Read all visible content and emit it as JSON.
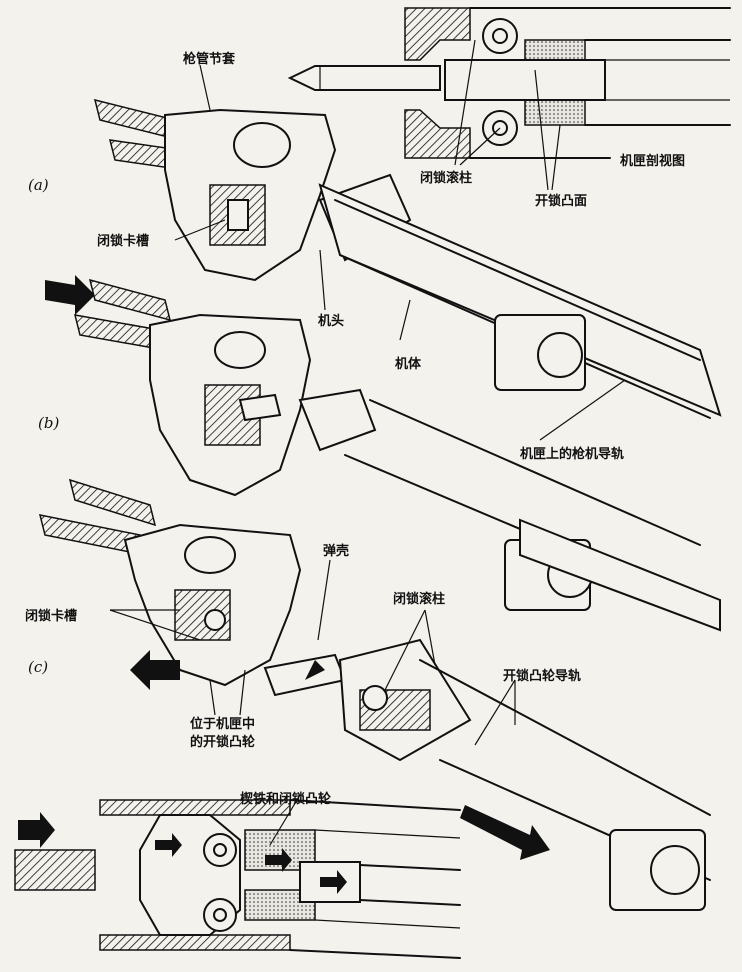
{
  "labels": {
    "barrel_extension": "枪管节套",
    "receiver_section_view": "机匣剖视图",
    "locking_roller_top": "闭锁滚柱",
    "unlocking_cam_surface": "开锁凸面",
    "locking_recess_a": "闭锁卡槽",
    "bolt_head": "机头",
    "bolt_body": "机体",
    "receiver_guide_rail": "机匣上的枪机导轨",
    "cartridge_case": "弹壳",
    "locking_roller_c": "闭锁滚柱",
    "locking_recess_c": "闭锁卡槽",
    "unlocking_cam_track": "开锁凸轮导轨",
    "unlocking_cam_in_receiver_line1": "位于机匣中",
    "unlocking_cam_in_receiver_line2": "的开锁凸轮",
    "wedge_and_locking_cam": "楔铁和闭锁凸轮"
  },
  "panels": {
    "a": "(a)",
    "b": "(b)",
    "c": "(c)"
  }
}
